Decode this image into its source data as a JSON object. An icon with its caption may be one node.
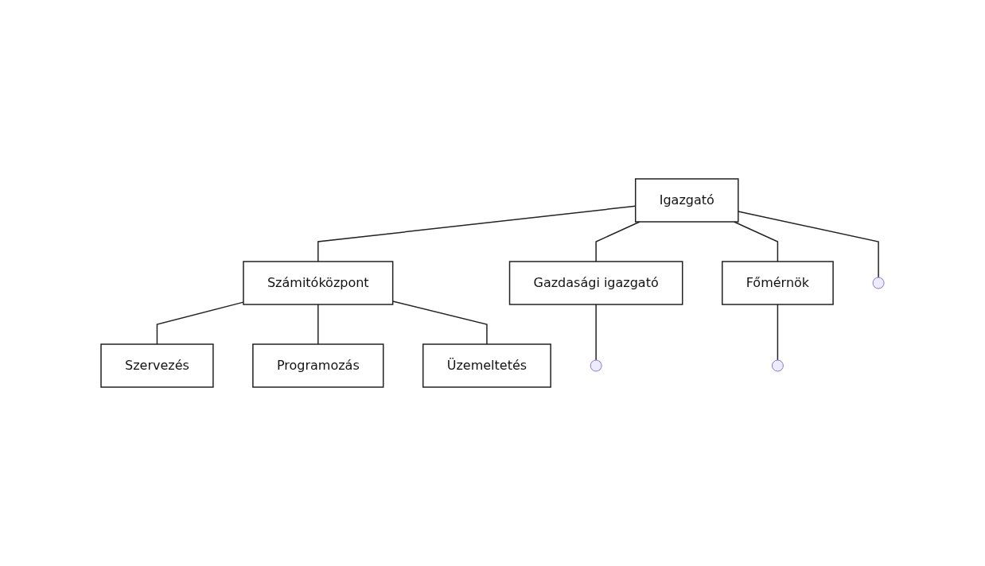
{
  "diagram": {
    "nodes": [
      {
        "text": [
          "Igazgató"
        ]
      },
      {
        "text": [
          "Számitóközpont"
        ]
      },
      {
        "text": [
          "Gazdasági igazgató"
        ]
      },
      {
        "text": [
          "Főmérnök"
        ]
      },
      {
        "text": [
          "Szervezés"
        ]
      },
      {
        "text": [
          "Programozás"
        ]
      },
      {
        "text": [
          "Üzemeltetés"
        ]
      }
    ],
    "edges": [
      {
        "from": 0,
        "to": 1,
        "arrow": "none"
      },
      {
        "from": 0,
        "to": 2,
        "arrow": "none"
      },
      {
        "from": 0,
        "to": 3,
        "arrow": "none"
      },
      {
        "from": 0,
        "to": null,
        "arrow": "none"
      },
      {
        "from": 1,
        "to": 4,
        "arrow": "none"
      },
      {
        "from": 1,
        "to": 5,
        "arrow": "none"
      },
      {
        "from": 1,
        "to": 6,
        "arrow": "none"
      },
      {
        "from": 2,
        "to": null,
        "arrow": "none"
      },
      {
        "from": 3,
        "to": null,
        "arrow": "none"
      }
    ]
  }
}
